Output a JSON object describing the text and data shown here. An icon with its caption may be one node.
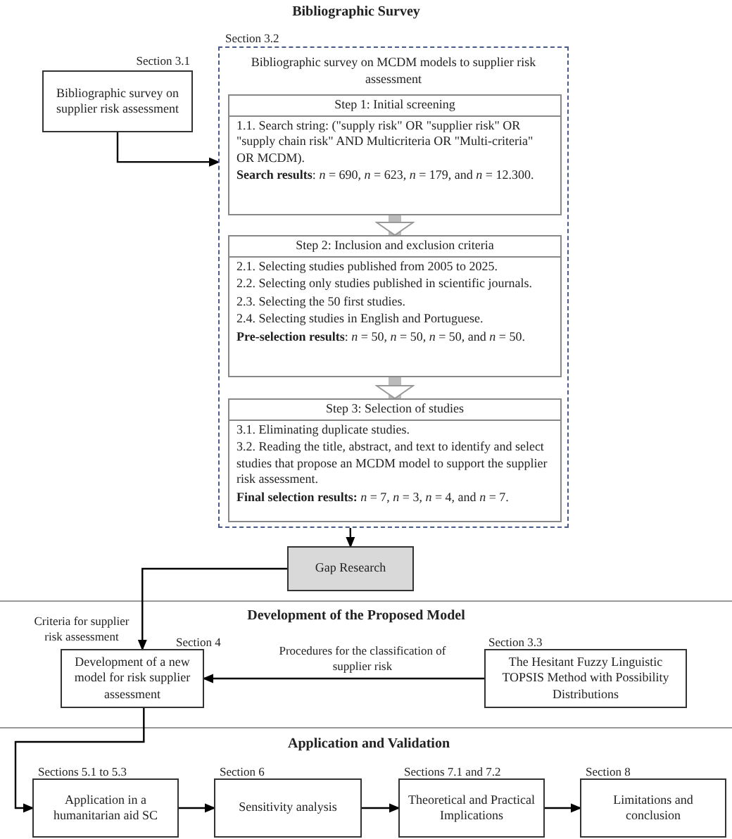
{
  "diagram": {
    "nodes": [
      {
        "text": [
          "Bibliographic survey on supplier risk assessment"
        ],
        "beside": [
          "Section 3.1"
        ]
      },
      {
        "text": [
          "Bibliographic survey on MCDM models to supplier risk assessment"
        ],
        "beside": [
          "Section 3.2"
        ]
      },
      {
        "text": [
          "Step 1: Initial screening",
          "1.1. Search string: (\"supply risk\" OR \"supplier risk\" OR \"supply chain risk\" AND Multicriteria OR \"Multi-criteria\" OR MCDM).",
          "**Search results**: *n* = 690, *n* = 623, *n* = 179, and *n* = 12.300."
        ],
        "in": 1
      },
      {
        "text": [
          "Step 2: Inclusion and exclusion criteria",
          "2.1. Selecting studies published from 2005 to 2025.",
          "2.2. Selecting only studies published in scientific journals.",
          "2.3. Selecting the 50 first studies.",
          "2.4. Selecting studies in English and Portuguese.",
          "**Pre-selection results**: *n* = 50, *n* = 50, *n* = 50, and *n* = 50."
        ],
        "in": 1
      },
      {
        "text": [
          "Step 3: Selection of studies",
          "3.1. Eliminating duplicate studies.",
          "3.2. Reading the title, abstract, and text to identify and select studies that propose an MCDM model to support the supplier risk assessment.",
          "**Final selection results:** *n* = 7, *n* = 3, *n* = 4, and *n* = 7."
        ],
        "in": 1
      },
      {
        "text": [
          "Gap Research"
        ]
      },
      {
        "text": [
          "Development of a new model for risk supplier assessment"
        ],
        "beside": [
          "Section 4"
        ]
      },
      {
        "text": [
          "The Hesitant Fuzzy Linguistic TOPSIS Method with Possibility Distributions"
        ],
        "beside": [
          "Section 3.3"
        ]
      },
      {
        "text": [
          "Application in a humanitarian aid SC"
        ],
        "beside": [
          "Sections 5.1 to 5.3"
        ]
      },
      {
        "text": [
          "Sensitivity analysis"
        ],
        "beside": [
          "Section 6"
        ]
      },
      {
        "text": [
          "Theoretical and Practical Implications"
        ],
        "beside": [
          "Sections 7.1 and 7.2"
        ]
      },
      {
        "text": [
          "Limitations and conclusion"
        ],
        "beside": [
          "Section 8"
        ]
      }
    ],
    "edges": [
      {
        "from": 0,
        "to": 1,
        "arrow": "to"
      },
      {
        "from": 2,
        "to": 3,
        "arrow": "to",
        "style": "thick",
        "color": "#bbbbbb"
      },
      {
        "from": 3,
        "to": 4,
        "arrow": "to",
        "style": "thick",
        "color": "#bbbbbb"
      },
      {
        "from": 1,
        "to": 5,
        "arrow": "to"
      },
      {
        "from": 5,
        "to": 6,
        "arrow": "to",
        "label": "Criteria for supplier risk assessment"
      },
      {
        "from": 7,
        "to": 6,
        "arrow": "to",
        "label": "Procedures for the classification of supplier risk"
      },
      {
        "from": 6,
        "to": 8,
        "arrow": "to"
      },
      {
        "from": 8,
        "to": 9,
        "arrow": "to"
      },
      {
        "from": 9,
        "to": 10,
        "arrow": "to"
      },
      {
        "from": 10,
        "to": 11,
        "arrow": "to"
      }
    ],
    "labels": [
      "Bibliographic Survey",
      "Development of the Proposed Model",
      "Application and Validation"
    ]
  }
}
